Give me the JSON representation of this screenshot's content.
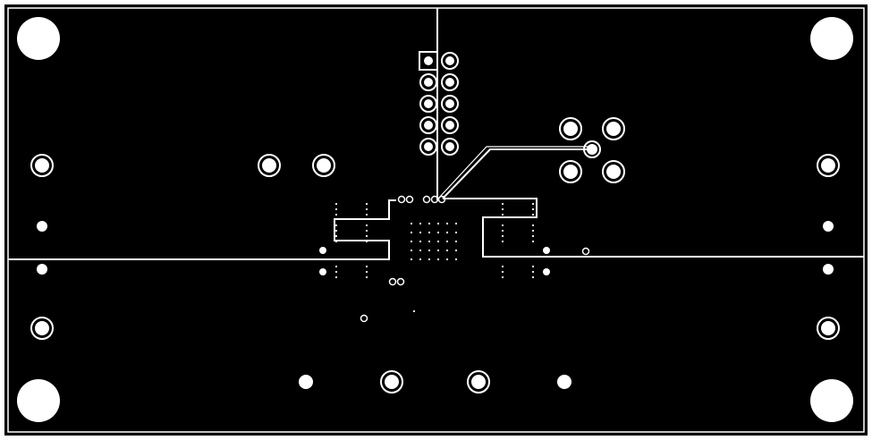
{
  "view": {
    "type": "pcb-layer-artwork",
    "background_color": "#000000",
    "copper_color": "#ffffff",
    "page_color": "#ffffff"
  },
  "connectors": {
    "header": {
      "rows": 5,
      "cols": 2,
      "pin1_shape": "square"
    },
    "quad_connector": {
      "pads": 4
    }
  },
  "components": {
    "mounting_holes": 4,
    "side_pads": 8,
    "tht_pads_mid": 2,
    "bottom_pads": 4
  }
}
